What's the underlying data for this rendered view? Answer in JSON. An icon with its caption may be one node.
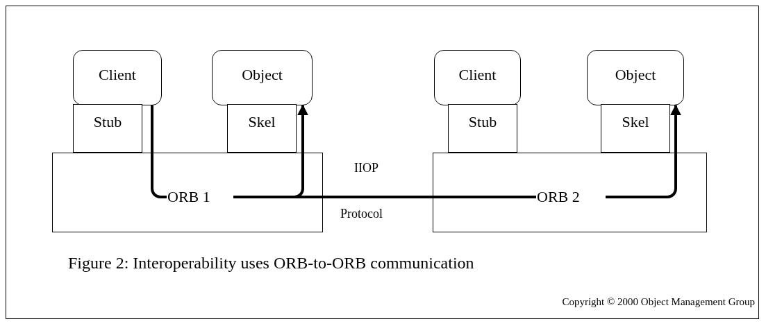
{
  "diagram": {
    "caption": "Figure 2: Interoperability uses ORB-to-ORB communication",
    "nodes": [
      {
        "text": [
          "Client"
        ]
      },
      {
        "text": [
          "Object"
        ]
      },
      {
        "text": [
          "Client"
        ]
      },
      {
        "text": [
          "Object"
        ]
      },
      {
        "text": [
          "Stub"
        ]
      },
      {
        "text": [
          "Skel"
        ]
      },
      {
        "text": [
          "Stub"
        ]
      },
      {
        "text": [
          "Skel"
        ]
      },
      {
        "text": [],
        "shape": "box"
      },
      {
        "text": [
          "ORB 1"
        ],
        "in": 8
      },
      {
        "text": [],
        "shape": "box"
      },
      {
        "text": [
          "ORB 2"
        ],
        "in": 10
      }
    ],
    "edges": [
      {
        "from": 0,
        "to": 9,
        "arrow": "none"
      },
      {
        "from": 9,
        "to": 1,
        "arrow": "to"
      },
      {
        "from": 9,
        "to": 11,
        "arrow": "none",
        "label": "IIOP"
      },
      {
        "from": 11,
        "to": 3,
        "arrow": "to"
      }
    ],
    "labels": [
      "Protocol",
      "Copyright © 2000 Object Management Group"
    ]
  }
}
